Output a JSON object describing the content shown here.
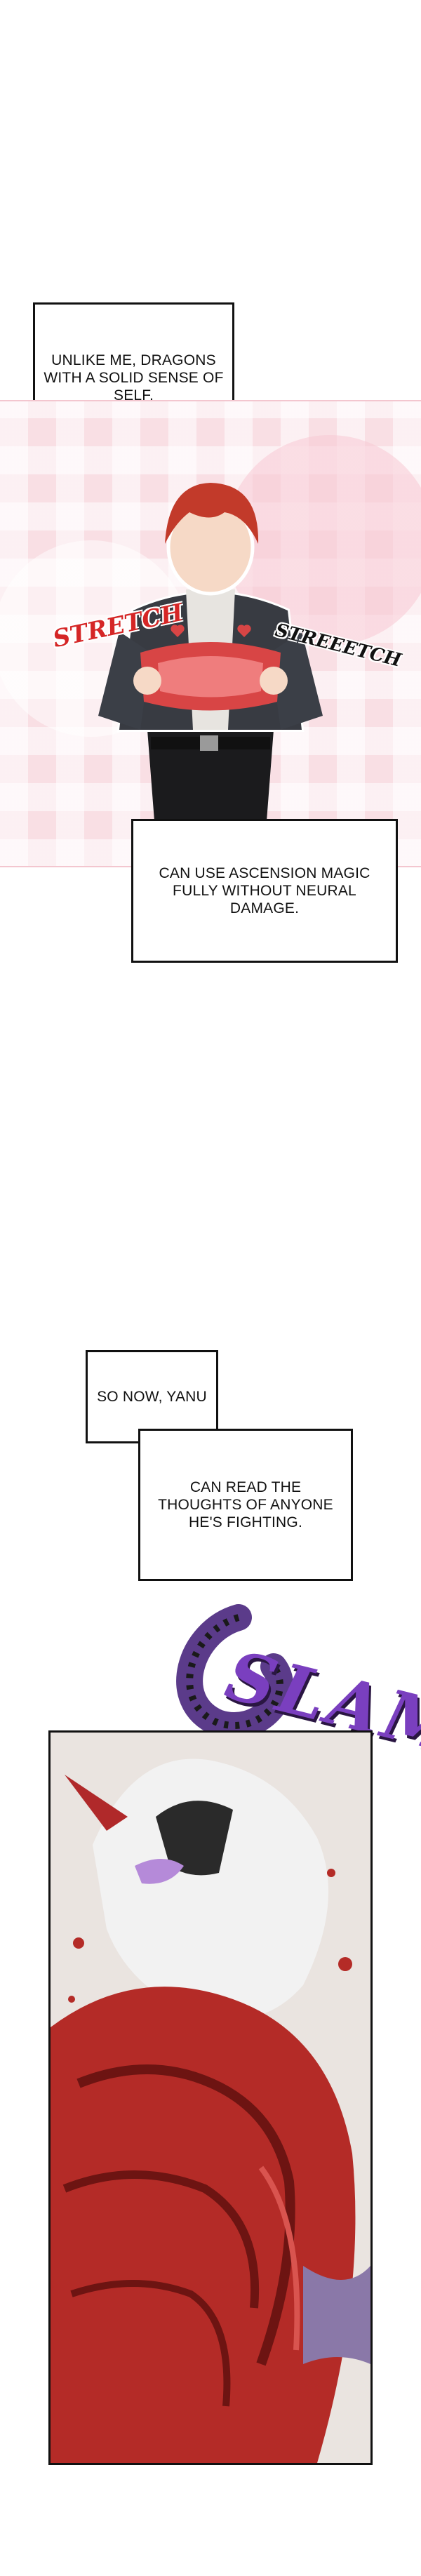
{
  "captions": {
    "c1": "UNLIKE ME, DRAGONS WITH A SOLID SENSE OF SELF,",
    "c2": "CAN USE ASCENSION MAGIC FULLY WITHOUT NEURAL DAMAGE.",
    "c3": "SO NOW, YANU",
    "c4": "CAN READ THE THOUGHTS OF ANYONE HE'S FIGHTING."
  },
  "sfx": {
    "stretch": "STRETCH",
    "streeetch": "STREEETCH",
    "slam": "SLAM"
  },
  "colors": {
    "pink_bg": "#f9dfe4",
    "sfx_red": "#d52626",
    "sfx_purple": "#7a3fbf"
  }
}
